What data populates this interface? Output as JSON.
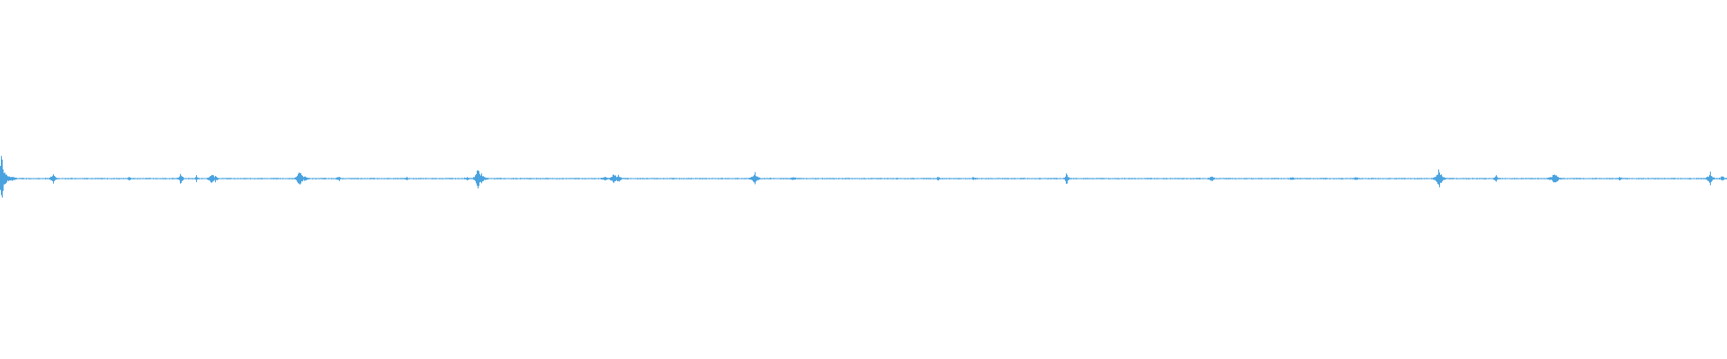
{
  "waveform": {
    "color": "#4aa3df",
    "baseline_color": "#5aaee3",
    "max_peak": 1.0,
    "peaks": [
      {
        "t": 0.0006,
        "a": 1.0,
        "w": 0.0009
      },
      {
        "t": 0.003,
        "a": 0.22,
        "w": 0.0025
      },
      {
        "t": 0.0068,
        "a": 0.1,
        "w": 0.002
      },
      {
        "t": 0.0305,
        "a": 0.18,
        "w": 0.0012
      },
      {
        "t": 0.0745,
        "a": 0.06,
        "w": 0.0015
      },
      {
        "t": 0.1045,
        "a": 0.2,
        "w": 0.001
      },
      {
        "t": 0.1135,
        "a": 0.1,
        "w": 0.001
      },
      {
        "t": 0.1225,
        "a": 0.22,
        "w": 0.0014
      },
      {
        "t": 0.1245,
        "a": 0.16,
        "w": 0.001
      },
      {
        "t": 0.1735,
        "a": 0.26,
        "w": 0.0016
      },
      {
        "t": 0.176,
        "a": 0.1,
        "w": 0.002
      },
      {
        "t": 0.196,
        "a": 0.09,
        "w": 0.0015
      },
      {
        "t": 0.2355,
        "a": 0.07,
        "w": 0.0008
      },
      {
        "t": 0.27,
        "a": 0.06,
        "w": 0.002
      },
      {
        "t": 0.2765,
        "a": 0.52,
        "w": 0.001
      },
      {
        "t": 0.2785,
        "a": 0.18,
        "w": 0.002
      },
      {
        "t": 0.35,
        "a": 0.08,
        "w": 0.002
      },
      {
        "t": 0.3555,
        "a": 0.22,
        "w": 0.0014
      },
      {
        "t": 0.358,
        "a": 0.14,
        "w": 0.0014
      },
      {
        "t": 0.437,
        "a": 0.2,
        "w": 0.0016
      },
      {
        "t": 0.459,
        "a": 0.06,
        "w": 0.002
      },
      {
        "t": 0.543,
        "a": 0.08,
        "w": 0.0014
      },
      {
        "t": 0.5635,
        "a": 0.06,
        "w": 0.0014
      },
      {
        "t": 0.6175,
        "a": 0.2,
        "w": 0.001
      },
      {
        "t": 0.7015,
        "a": 0.1,
        "w": 0.0016
      },
      {
        "t": 0.748,
        "a": 0.06,
        "w": 0.002
      },
      {
        "t": 0.785,
        "a": 0.06,
        "w": 0.002
      },
      {
        "t": 0.833,
        "a": 0.3,
        "w": 0.0016
      },
      {
        "t": 0.866,
        "a": 0.12,
        "w": 0.001
      },
      {
        "t": 0.9,
        "a": 0.18,
        "w": 0.002
      },
      {
        "t": 0.9375,
        "a": 0.06,
        "w": 0.002
      },
      {
        "t": 0.99,
        "a": 0.26,
        "w": 0.0012
      },
      {
        "t": 0.997,
        "a": 0.08,
        "w": 0.0016
      }
    ]
  }
}
